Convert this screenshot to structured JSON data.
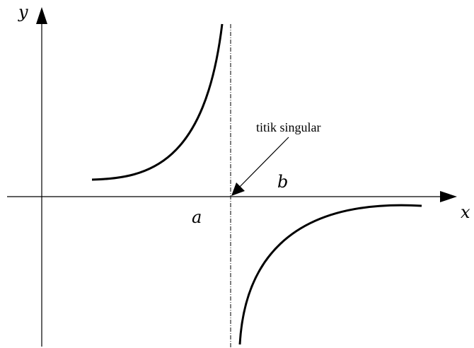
{
  "diagram": {
    "labels": {
      "y_axis": "y",
      "x_axis": "x",
      "point_a": "a",
      "label_b": "b",
      "annotation": "titik singular"
    },
    "colors": {
      "ink": "#000000",
      "background": "#ffffff"
    }
  }
}
